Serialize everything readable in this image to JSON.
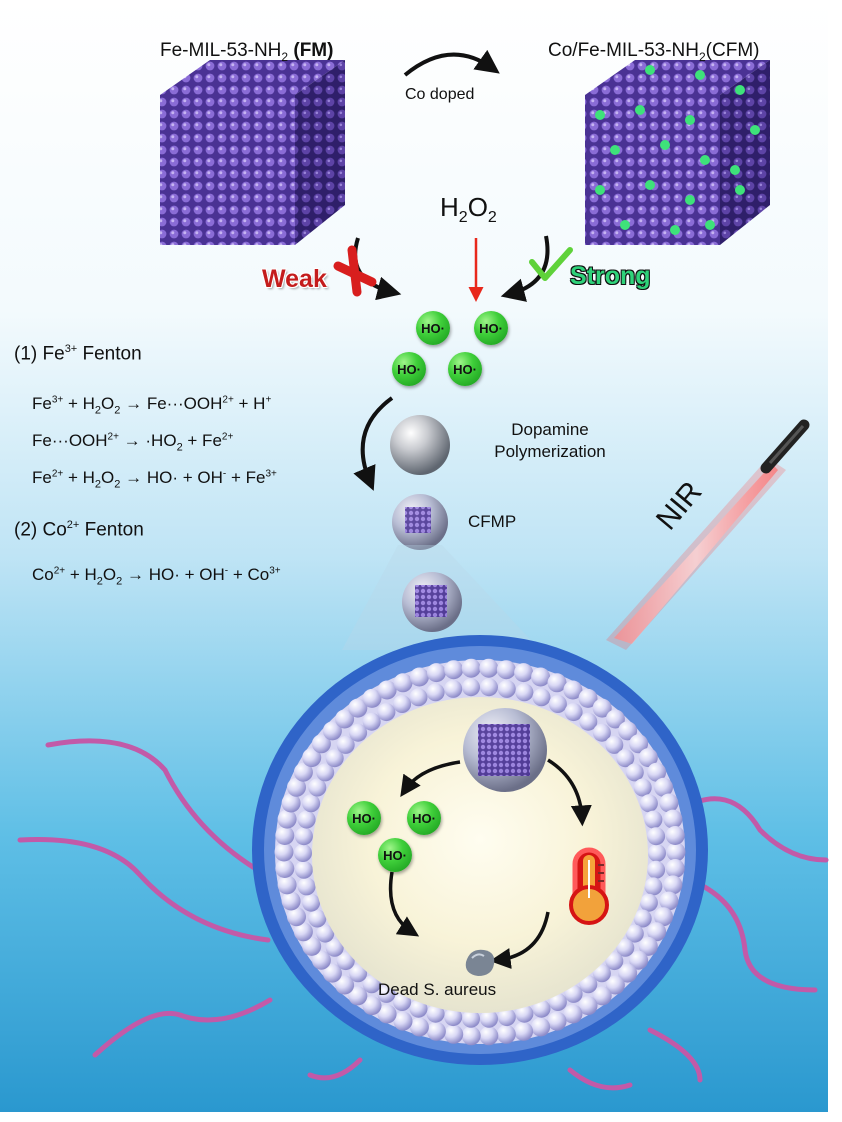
{
  "top": {
    "fm_label": "Fe-MIL-53-NH",
    "fm_sub": "2",
    "fm_tail": " (FM)",
    "cfm_label": "Co/Fe-MIL-53-NH",
    "cfm_sub": "2",
    "cfm_tail": "(CFM)",
    "co_doped": "Co doped",
    "h2o2_h": "H",
    "h2o2_sub1": "2",
    "h2o2_o": "O",
    "h2o2_sub2": "2",
    "weak": "Weak",
    "strong": "Strong"
  },
  "radical": "HO·",
  "fenton": {
    "fe_title_pre": "(1) Fe",
    "fe_title_sup": "3+",
    "fe_title_post": " Fenton",
    "co_title_pre": "(2) Co",
    "co_title_sup": "2+",
    "co_title_post": " Fenton"
  },
  "labels": {
    "dopamine_1": "Dopamine",
    "dopamine_2": "Polymerization",
    "cfmp": "CFMP",
    "nir": "NIR",
    "dead": "Dead S. aureus"
  },
  "colors": {
    "bg_top": "#ffffff",
    "bg_bottom": "#2b9ed4",
    "mof_purple": "#6b4fb3",
    "co_green": "#3ee27a",
    "weak_red": "#d81e1e",
    "strong_green": "#2fd27a",
    "arrow_red": "#e8281c",
    "membrane_blue": "#2f64c8",
    "bead": "#c9c8ee",
    "flagella": "#c25aa8"
  }
}
